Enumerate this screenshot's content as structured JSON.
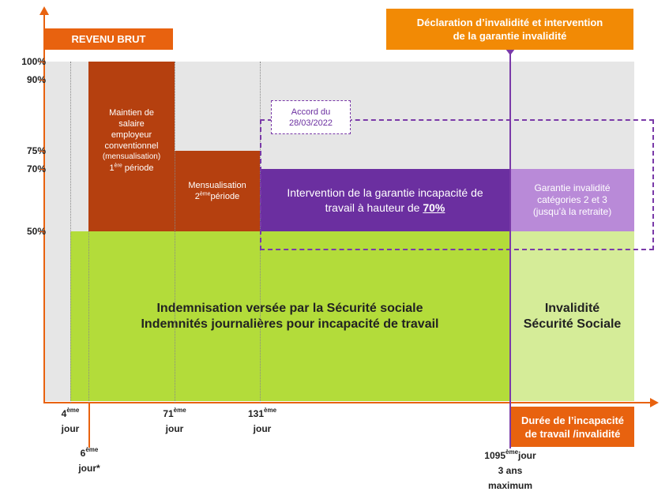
{
  "header": {
    "revenue_label": "REVENU BRUT",
    "invalidity_declaration_line1": "Déclaration d’invalidité et intervention",
    "invalidity_declaration_line2": "de la garantie invalidité",
    "duration_label_line1": "Durée de l’incapacité",
    "duration_label_line2": "de travail /invalidité"
  },
  "y_axis": {
    "ticks": [
      "100%",
      "90%",
      "75%",
      "70%",
      "50%"
    ]
  },
  "x_axis": {
    "day4": {
      "num": "4",
      "sup": "ème",
      "unit": "jour"
    },
    "day6": {
      "num": "6",
      "sup": "ème",
      "unit": "jour*"
    },
    "day71": {
      "num": "71",
      "sup": "ème",
      "unit": "jour"
    },
    "day131": {
      "num": "131",
      "sup": "ème",
      "unit": "jour"
    },
    "day1095": {
      "num": "1095",
      "sup": "ème",
      "unit": "jour",
      "line2": "3 ans",
      "line3": "maximum"
    }
  },
  "blocks": {
    "maintien": {
      "line1": "Maintien de",
      "line2": "salaire",
      "line3": "employeur",
      "line4": "conventionnel",
      "line5": "(mensualisation)",
      "line6_num": "1",
      "line6_sup": "ère",
      "line6_rest": "période"
    },
    "mensualisation": {
      "line1": "Mensualisation",
      "line2_num": "2",
      "line2_sup": "ème",
      "line2_rest": "période"
    },
    "incapacite": {
      "line1": "Intervention de la garantie incapacité de",
      "line2": "travail à hauteur de",
      "rate": "70%"
    },
    "invalidite_garantie": {
      "line1": "Garantie invalidité",
      "line2": "catégories 2 et 3",
      "line3": "(jusqu’à la retraite)"
    },
    "securite_sociale": {
      "line1": "Indemnisation versée par la Sécurité sociale",
      "line2": "Indemnités journalières pour incapacité de travail"
    },
    "invalidite_ss": {
      "line1": "Invalidité",
      "line2": "Sécurité Sociale"
    },
    "accord": {
      "line1": "Accord du",
      "line2": "28/03/2022"
    }
  },
  "colors": {
    "orange": "#e8620f",
    "orange_light": "#f28a05",
    "brown": "#b5400f",
    "purple": "#6b2fa0",
    "purple_light": "#b98ad8",
    "green": "#b3dc3a",
    "green_light": "#d5ec98",
    "grey": "#e6e6e6"
  }
}
